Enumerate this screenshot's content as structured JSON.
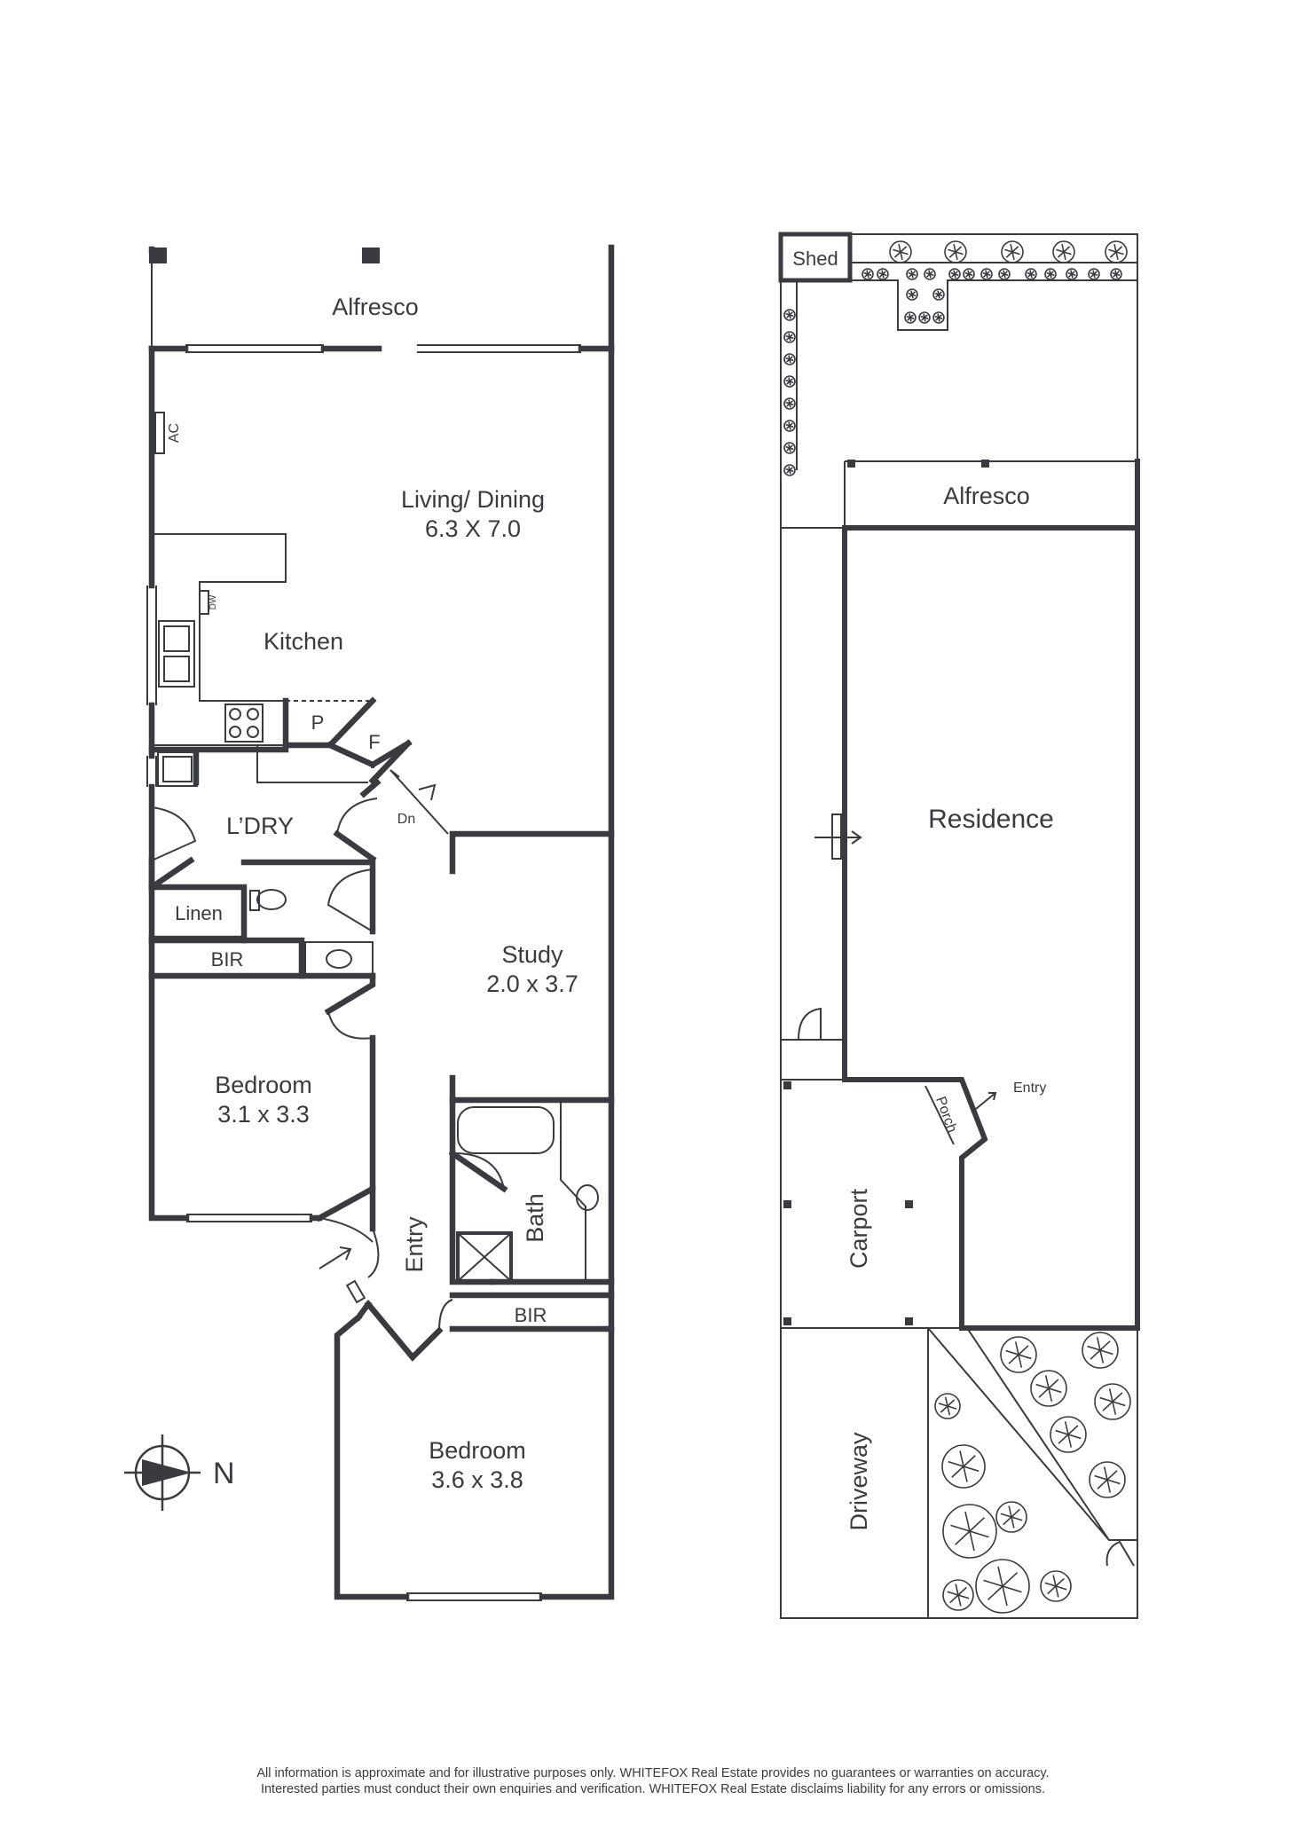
{
  "floor_plan": {
    "rooms": {
      "alfresco": "Alfresco",
      "living_dining": "Living/ Dining",
      "living_dining_size": "6.3 X 7.0",
      "kitchen": "Kitchen",
      "pantry": "P",
      "fridge": "F",
      "laundry": "L’DRY",
      "down": "Dn",
      "linen": "Linen",
      "bir_top": "BIR",
      "study": "Study",
      "study_size": "2.0 x 3.7",
      "bedroom1": "Bedroom",
      "bedroom1_size": "3.1 x 3.3",
      "bath": "Bath",
      "entry": "Entry",
      "bir_bottom": "BIR",
      "bedroom2": "Bedroom",
      "bedroom2_size": "3.6 x 3.8",
      "ac": "AC",
      "dw": "DW"
    },
    "compass": {
      "label": "N"
    }
  },
  "site_plan": {
    "shed": "Shed",
    "alfresco": "Alfresco",
    "residence": "Residence",
    "entry": "Entry",
    "porch": "Porch",
    "carport": "Carport",
    "driveway": "Driveway"
  },
  "disclaimer": {
    "line1": "All information is approximate and for illustrative purposes only. WHITEFOX Real Estate provides no guarantees or warranties on accuracy.",
    "line2": "Interested parties must conduct their own enquiries and verification. WHITEFOX Real Estate disclaims liability for any errors or omissions."
  },
  "colors": {
    "ink": "#3a3b40",
    "background": "#ffffff"
  }
}
